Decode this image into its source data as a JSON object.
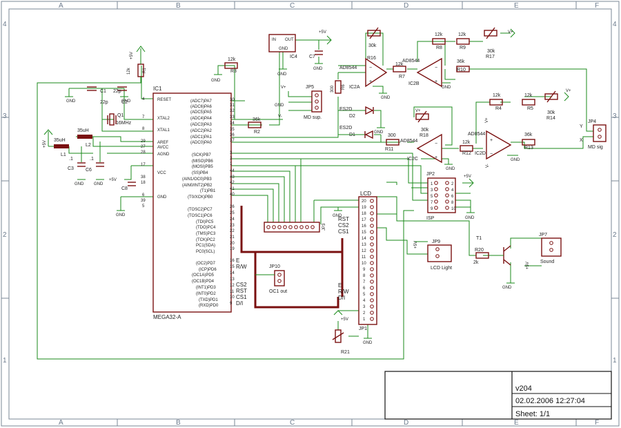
{
  "frame": {
    "cols": [
      "A",
      "B",
      "C",
      "D",
      "E",
      "F"
    ],
    "rows": [
      "4",
      "3",
      "2",
      "1"
    ]
  },
  "title_block": {
    "name": "v204",
    "datetime": "02.02.2006 12:27:04",
    "sheet": "Sheet: 1/1"
  },
  "mcu": {
    "ref": "IC1",
    "part": "MEGA32-A",
    "left_pins": [
      "RESET",
      "XTAL2",
      "XTAL1",
      "AREF",
      "AVCC",
      "AGND",
      "VCC",
      "GND"
    ],
    "left_nums": [
      "4",
      "7",
      "8",
      "29",
      "27",
      "28",
      "17",
      "38",
      "18",
      "6",
      "39",
      "5"
    ],
    "pa": [
      "(ADC7)PA7",
      "(ADC6)PA6",
      "(ADC5)PA5",
      "(ADC4)PA4",
      "(ADC3)PA3",
      "(ADC2)PA2",
      "(ADC1)PA1",
      "(ADC0)PA0"
    ],
    "pa_nums": [
      "30",
      "31",
      "32",
      "33",
      "34",
      "35",
      "36",
      "37"
    ],
    "pb": [
      "(SCK)PB7",
      "(MISO)PB6",
      "(MOSI)PB5",
      "(SS)PB4",
      "(AIN1/OC0)PB3",
      "(AIN0/INT2)PB2",
      "(T1)PB1",
      "(T0/XCK)PB0"
    ],
    "pb_nums": [
      "3",
      "2",
      "1",
      "44",
      "43",
      "42",
      "41",
      "40"
    ],
    "pc": [
      "(TOSC2)PC7",
      "(TOSC1)PC6",
      "(TDI)PC5",
      "(TDO)PC4",
      "(TMS)PC3",
      "(TCK)PC2",
      "PC1(SDA)",
      "PC0(SCL)"
    ],
    "pc_nums": [
      "26",
      "25",
      "24",
      "23",
      "22",
      "21",
      "20",
      "19"
    ],
    "pd": [
      "(OC2)PD7",
      "(ICP)PD6",
      "(OC1A)PD5",
      "(OC1B)PD4",
      "(INT1)PD3",
      "(INT0)PD2",
      "(TXD)PD1",
      "(RXD)PD0"
    ],
    "pd_nums": [
      "16",
      "15",
      "14",
      "13",
      "12",
      "11",
      "10",
      "9"
    ],
    "pd_nets": [
      "E",
      "R/W",
      "",
      "",
      "CS2",
      "RST",
      "CS1",
      "D/I"
    ]
  },
  "parts": {
    "r1": {
      "name": "R1",
      "value": "12k"
    },
    "c1": {
      "name": "C1",
      "value": "22p"
    },
    "c2": {
      "name": "C2",
      "value": "22p"
    },
    "q1": {
      "name": "Q1",
      "value": "16MHz"
    },
    "l1": {
      "name": "L1",
      "value": "35uH"
    },
    "l2": {
      "name": "L2",
      "value": "35uH"
    },
    "c3": {
      "name": "C3",
      "value": ".1"
    },
    "c6": {
      "name": "C6",
      "value": ".1"
    },
    "c8": {
      "name": "C8"
    },
    "r2": {
      "name": "R2",
      "value": "36k"
    },
    "r3": {
      "name": "R3",
      "value": "12k"
    },
    "ic4": {
      "name": "IC4",
      "in": "IN",
      "out": "OUT",
      "gnd": "GND"
    },
    "c7": {
      "name": "C7"
    },
    "r6": {
      "name": "R6",
      "value": "300"
    },
    "r16": {
      "name": "R16",
      "value": "30k"
    },
    "r7": {
      "name": "R7",
      "value": "12k"
    },
    "ic2a": {
      "name": "IC2A",
      "part": "AD8544"
    },
    "ic2b": {
      "name": "IC2B",
      "part": "AD8544"
    },
    "ic2c": {
      "name": "IC2C",
      "part": "AD8544"
    },
    "ic2d": {
      "name": "IC2D",
      "part": "AD8544"
    },
    "r8": {
      "name": "R8",
      "value": "12k"
    },
    "r9": {
      "name": "R9",
      "value": "12k"
    },
    "r17": {
      "name": "R17",
      "value": "30k"
    },
    "r10": {
      "name": "R10",
      "value": "36k"
    },
    "d1": {
      "name": "D1",
      "part": "ES2D"
    },
    "d2": {
      "name": "D2",
      "part": "ES2D"
    },
    "r11": {
      "name": "R11",
      "value": "300"
    },
    "r18": {
      "name": "R18",
      "value": "30k"
    },
    "r12": {
      "name": "R12",
      "value": "12k"
    },
    "r4": {
      "name": "R4",
      "value": "12k"
    },
    "r5": {
      "name": "R5",
      "value": "12k"
    },
    "r14": {
      "name": "R14",
      "value": "30k"
    },
    "r13": {
      "name": "R13",
      "value": "36k"
    },
    "r20": {
      "name": "R20",
      "value": "2k"
    },
    "t1": {
      "name": "T1"
    },
    "r21": {
      "name": "R21"
    }
  },
  "connectors": {
    "jp5": {
      "name": "JP5",
      "label": "MD sup.",
      "pins": [
        "V+",
        "GND",
        "V-"
      ]
    },
    "jp4": {
      "name": "JP4",
      "label": "MD sig",
      "pins": [
        "Y",
        "X"
      ]
    },
    "jp2": {
      "name": "JP2",
      "label": "ISP",
      "odd": [
        "1",
        "3",
        "5",
        "7",
        "9"
      ],
      "even": [
        "2",
        "4",
        "6",
        "8",
        "10"
      ]
    },
    "jp3": {
      "name": "JP3"
    },
    "jp9": {
      "name": "JP9",
      "label": "LCD Light"
    },
    "jp7": {
      "name": "JP7",
      "label": "Sound"
    },
    "jp10": {
      "name": "JP10",
      "label": "OC1 out"
    },
    "jp1": {
      "name": "JP1"
    },
    "lcd": {
      "name": "LCD",
      "pins": [
        "20",
        "19",
        "18",
        "17",
        "16",
        "15",
        "14",
        "13",
        "12",
        "11",
        "10",
        "9",
        "8",
        "7",
        "6",
        "5",
        "4",
        "3",
        "2",
        "1"
      ],
      "nets_top": [
        "RST",
        "CS2",
        "CS1"
      ],
      "nets_bottom": [
        "E",
        "R/W",
        "D/I"
      ]
    }
  },
  "net_labels": {
    "plus5": "+5V",
    "vplus": "V+",
    "vminus": "V-",
    "gnd": "GND",
    "x": "X",
    "y": "Y"
  }
}
